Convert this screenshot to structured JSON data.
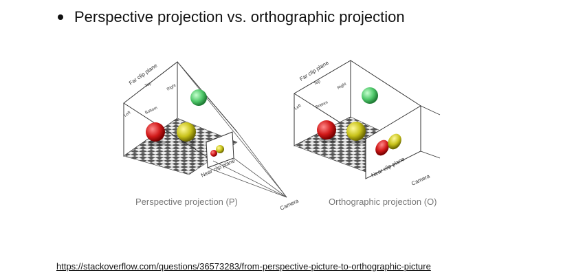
{
  "heading": "Perspective projection vs. orthographic projection",
  "figure": {
    "perspective": {
      "caption": "Perspective projection (P)",
      "far_clip_plane": "Far clip plane",
      "near_clip_plane": "Near clip plane",
      "top": "Top",
      "left": "Left",
      "right": "Right",
      "bottom": "Bottom",
      "camera": "Camera"
    },
    "orthographic": {
      "caption": "Orthographic projection (O)",
      "far_clip_plane": "Far clip plane",
      "near_clip_plane": "Near clip plane",
      "top": "Top",
      "left": "Left",
      "right": "Right",
      "bottom": "Bottom",
      "camera": "Camera"
    },
    "colors": {
      "red_sphere": "#d21a1a",
      "yellow_sphere": "#c8c21a",
      "green_sphere": "#4fc86a",
      "checker_dark": "#555555",
      "checker_light": "#eeeeee"
    }
  },
  "source_link": "https://stackoverflow.com/questions/36573283/from-perspective-picture-to-orthographic-picture"
}
